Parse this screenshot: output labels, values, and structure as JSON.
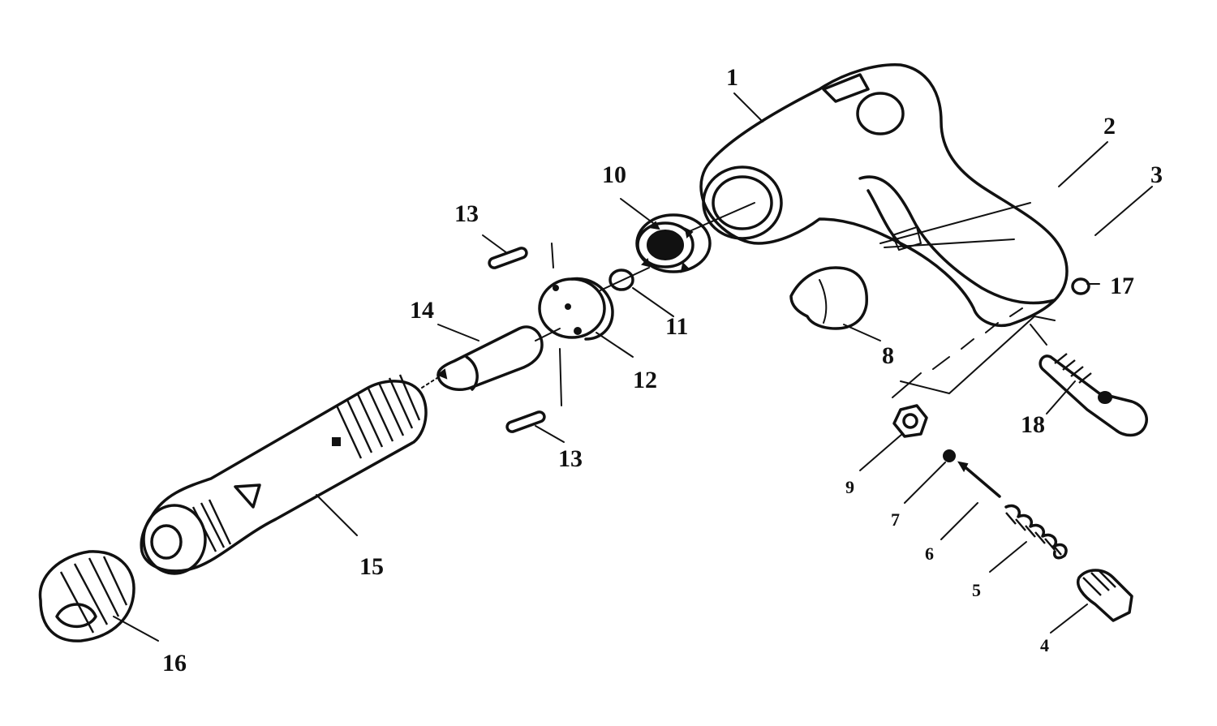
{
  "callouts": {
    "p1": "1",
    "p2": "2",
    "p3": "3",
    "p4": "4",
    "p5": "5",
    "p6": "6",
    "p7": "7",
    "p8": "8",
    "p9": "9",
    "p10": "10",
    "p11": "11",
    "p12": "12",
    "p13a": "13",
    "p13b": "13",
    "p14": "14",
    "p15": "15",
    "p16": "16",
    "p17": "17",
    "p18": "18"
  },
  "colors": {
    "ink": "#111111",
    "paper": "#ffffff"
  }
}
